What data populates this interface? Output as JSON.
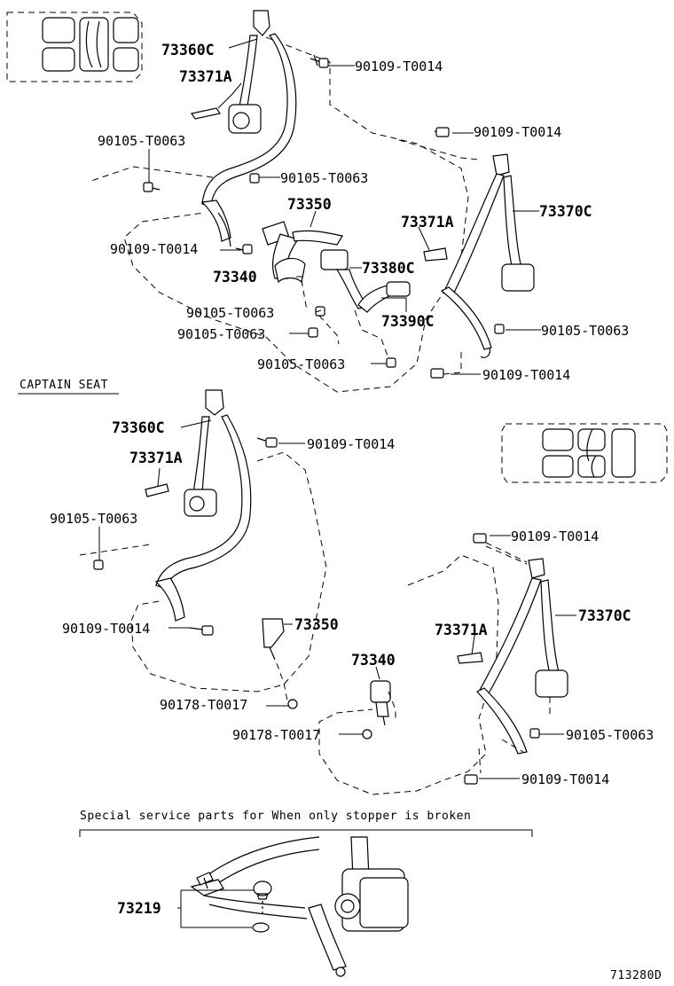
{
  "parts": {
    "p1": "73360C",
    "p2": "90109-T0014",
    "p3": "73371A",
    "p4": "90105-T0063",
    "p5": "90105-T0063",
    "p6": "73350",
    "p7": "90109-T0014",
    "p8": "73371A",
    "p9": "73370C",
    "p10": "73380C",
    "p11": "73340",
    "p12": "90105-T0063",
    "p13": "73390C",
    "p14": "90105-T0063",
    "p15": "90105-T0063",
    "p16": "90105-T0063",
    "p17": "90109-T0014",
    "p18": "90109-T0014",
    "q1": "73360C",
    "q2": "90109-T0014",
    "q3": "73371A",
    "q4": "90105-T0063",
    "q5": "90109-T0014",
    "q6": "73350",
    "q7": "90178-T0017",
    "q8": "90109-T0014",
    "q9": "73371A",
    "q10": "73370C",
    "q11": "73340",
    "q12": "90178-T0017",
    "q13": "90105-T0063",
    "q14": "90109-T0014",
    "r1": "73219"
  },
  "labels": {
    "captain_seat": "CAPTAIN SEAT",
    "note": "Special  service  parts  for  When  only  stopper  is  broken",
    "figure_code": "713280D"
  }
}
